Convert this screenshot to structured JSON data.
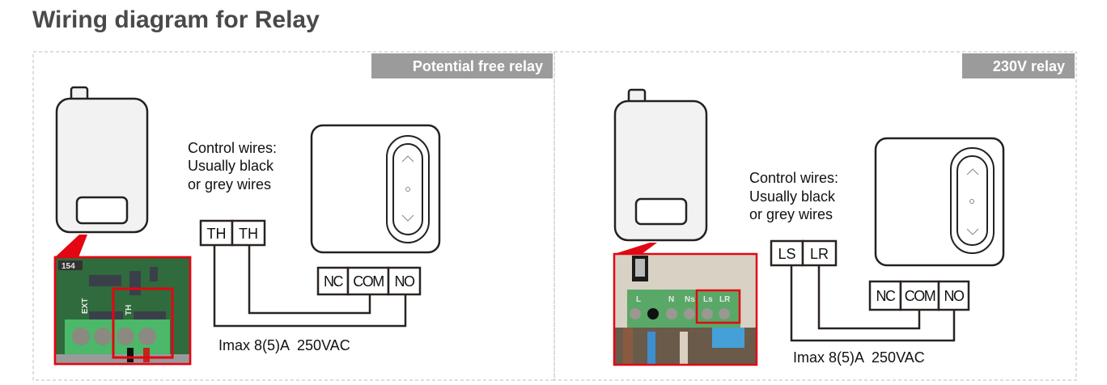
{
  "title": "Wiring diagram for Relay",
  "panels": [
    {
      "tag": "Potential free relay",
      "control_wires": [
        "Control wires:",
        "Usually black",
        "or grey wires"
      ],
      "gateway_terminals": [
        "TH",
        "TH"
      ],
      "relay_terminals": [
        "NC",
        "COM",
        "NO"
      ],
      "rating": "Imax 8(5)A  250VAC",
      "photo_labels": [
        "154",
        "EXT",
        "TH"
      ]
    },
    {
      "tag": "230V relay",
      "control_wires": [
        "Control wires:",
        "Usually black",
        "or grey wires"
      ],
      "gateway_terminals": [
        "LS",
        "LR"
      ],
      "relay_terminals": [
        "NC",
        "COM",
        "NO"
      ],
      "rating": "Imax 8(5)A  250VAC",
      "photo_labels": [
        "L",
        "N",
        "Ns",
        "Ls",
        "LR"
      ]
    }
  ],
  "colors": {
    "highlight": "#e30613",
    "tag_bg": "#9b9b9b",
    "border": "#bdbdbd"
  }
}
